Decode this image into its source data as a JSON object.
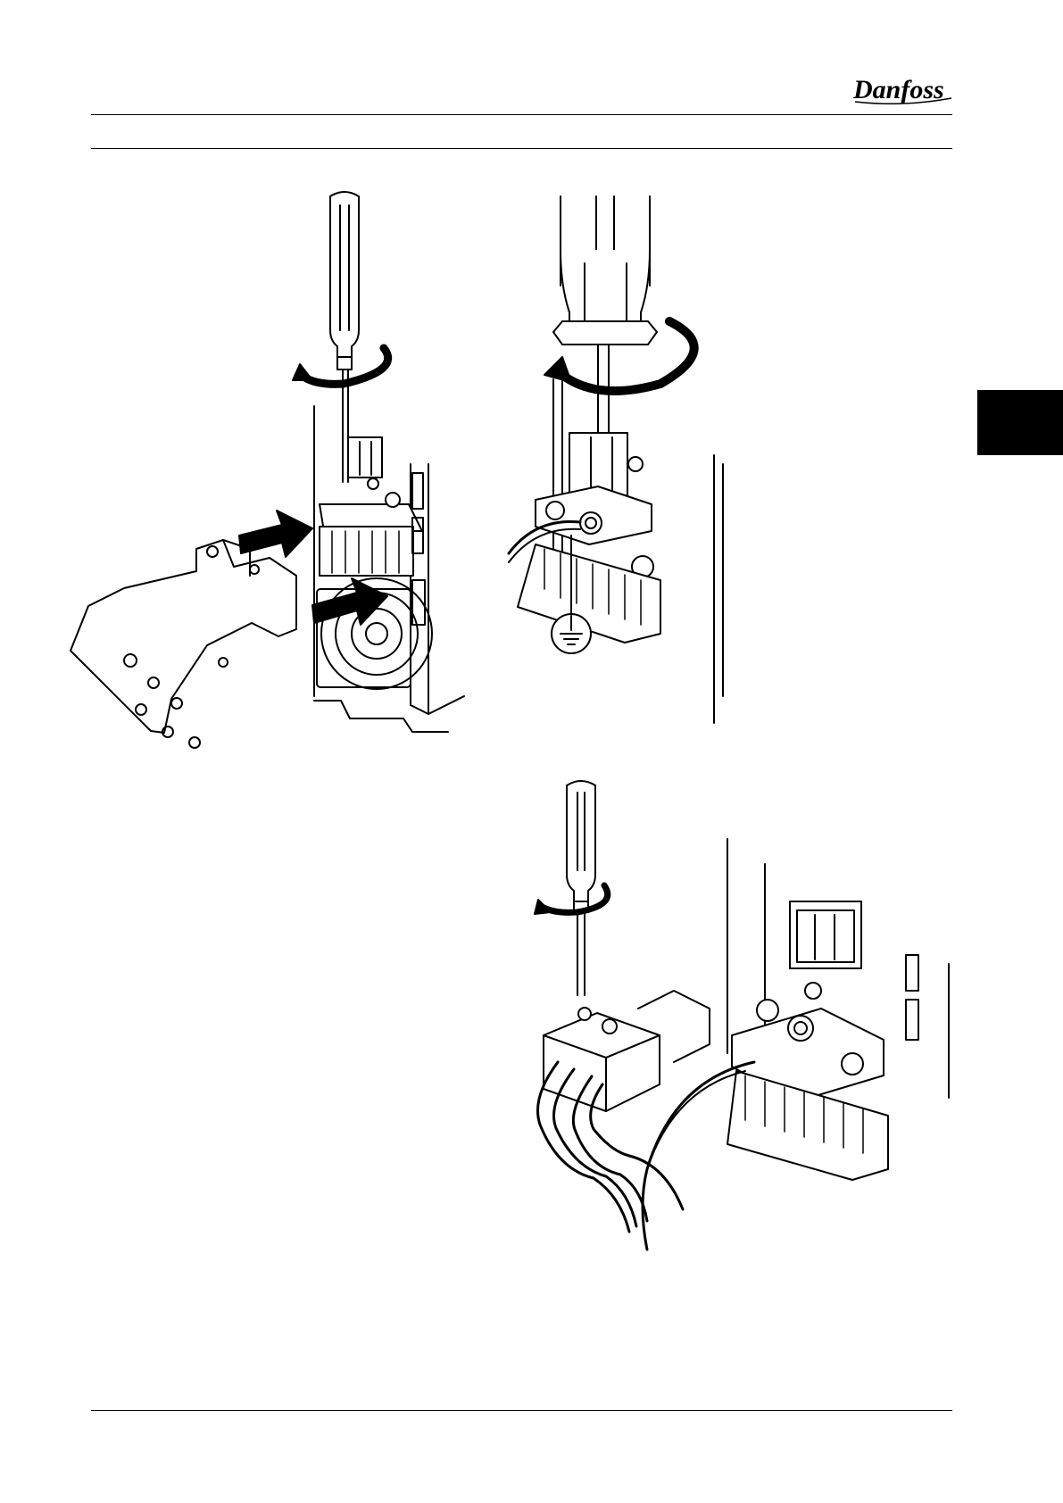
{
  "header": {
    "logo_text": "Danfoss"
  },
  "figures": [
    {
      "id": "fig-1",
      "icon": "mount-plate-screwdriver-illustration"
    },
    {
      "id": "fig-2",
      "icon": "ground-screw-screwdriver-illustration"
    },
    {
      "id": "fig-3",
      "icon": "mains-plug-screwdriver-illustration"
    }
  ],
  "colors": {
    "ink": "#000000",
    "paper": "#ffffff",
    "chapter_tab": "#000000"
  }
}
